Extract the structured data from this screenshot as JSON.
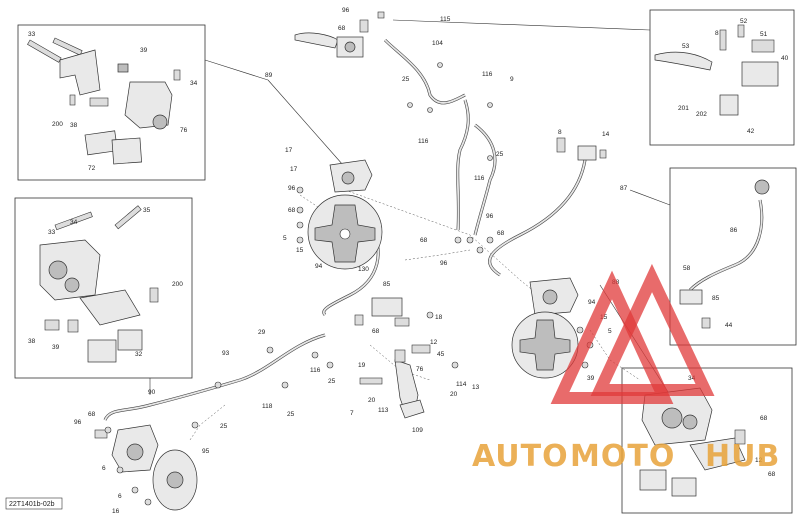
{
  "diagram_code": "22T1401b-02b",
  "watermark": {
    "text_part1": "AUTO",
    "text_part2": "MOTO",
    "text_part3": "HUB",
    "color_text": "#e8a33a",
    "color_triangle": "#e03a3a"
  },
  "callouts": {
    "c1": "33",
    "c2": "39",
    "c3": "34",
    "c4": "200",
    "c5": "38",
    "c6": "76",
    "c7": "72",
    "c8": "89",
    "c9": "96",
    "c10": "68",
    "c11": "115",
    "c12": "104",
    "c13": "25",
    "c14": "116",
    "c15": "9",
    "c16": "116",
    "c17": "25",
    "c18": "116",
    "c19": "17",
    "c20": "17",
    "c21": "96",
    "c22": "68",
    "c23": "5",
    "c24": "15",
    "c25": "94",
    "c26": "68",
    "c27": "96",
    "c28": "96",
    "c29": "68",
    "c30": "130",
    "c31": "85",
    "c32": "68",
    "c33": "18",
    "c34": "33",
    "c35": "34",
    "c36": "35",
    "c37": "200",
    "c38": "38",
    "c39": "39",
    "c40": "32",
    "c41": "29",
    "c42": "93",
    "c43": "116",
    "c44": "25",
    "c45": "118",
    "c46": "25",
    "c47": "12",
    "c48": "45",
    "c49": "7",
    "c50": "20",
    "c51": "113",
    "c52": "114",
    "c53": "13",
    "c54": "20",
    "c55": "19",
    "c56": "76",
    "c57": "109",
    "c58": "90",
    "c59": "96",
    "c60": "68",
    "c61": "25",
    "c62": "95",
    "c63": "6",
    "c64": "6",
    "c65": "16",
    "c66": "8",
    "c67": "14",
    "c68": "87",
    "c69": "88",
    "c70": "94",
    "c71": "15",
    "c72": "5",
    "c73": "39",
    "c74": "86",
    "c75": "58",
    "c76": "85",
    "c77": "44",
    "c78": "53",
    "c79": "8",
    "c80": "52",
    "c81": "40",
    "c82": "51",
    "c83": "201",
    "c84": "202",
    "c85": "42",
    "c86": "34",
    "c87": "12",
    "c88": "68",
    "c89": "68"
  }
}
